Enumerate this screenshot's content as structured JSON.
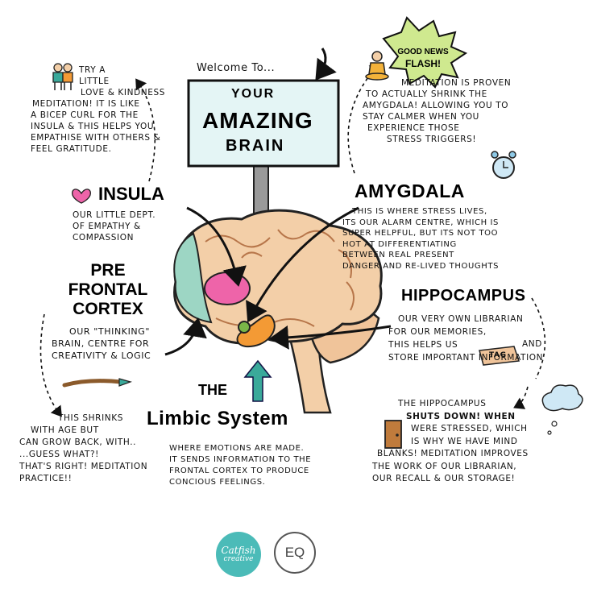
{
  "sign": {
    "welcome": "Welcome To...",
    "line1": "YOUR",
    "line2": "AMAZING",
    "line3": "BRAIN"
  },
  "love": {
    "lines": [
      "Try A",
      "Little",
      "Love & Kindness",
      "Meditation! It is like",
      "A Bicep curl for the",
      "Insula & This Helps You",
      "empathise with others &",
      "feel          gratitude."
    ]
  },
  "insula": {
    "title": "INSULA",
    "lines": [
      "Our Little Dept.",
      "of Empathy &",
      "Compassion"
    ]
  },
  "prefrontal": {
    "title_lines": [
      "PRE",
      "FRONTAL",
      "CORTEX"
    ],
    "lines": [
      "Our \"Thinking\"",
      "Brain, Centre for",
      "Creativity & Logic"
    ]
  },
  "shrinks": {
    "lines": [
      "This Shrinks",
      "with Age BUT",
      "can grow back, with..",
      "...guess what?!",
      "That's Right! Meditation",
      "Practice!!"
    ]
  },
  "limbic": {
    "title_line1": "THE",
    "title_line2": "Limbic System",
    "lines": [
      "Where Emotions are made.",
      "It sends information to the",
      "frontal cortex to produce",
      "concious feelings."
    ]
  },
  "flash": {
    "title_line1": "GOOD NEWS",
    "title_line2": "FLASH!",
    "lines": [
      "Meditation is Proven",
      "to Actually Shrink the",
      "Amygdala! Allowing You to",
      "stay calmer when you",
      "experience those",
      "stress triggers!"
    ]
  },
  "amygdala": {
    "title": "AMYGDALA",
    "lines": [
      "This is where stress lives,",
      "its our alarm centre, which is",
      "super helpful, but its not too",
      "hot at differentiating",
      "between real present",
      "danger and re-lived thoughts"
    ]
  },
  "hippocampus": {
    "title": "HIPPOCAMPUS",
    "lines": [
      "Our very own Librarian",
      "for our memories,",
      "This helps us",
      "store important information"
    ],
    "tag": "TAG",
    "and": "and"
  },
  "shutdown": {
    "lines": [
      "The Hippocampus",
      "shuts down! When",
      "were stressed, which",
      "is why we have mind",
      "blanks! Meditation improves",
      "the work of our librarian,",
      "our recall & our storage!"
    ]
  },
  "logos": {
    "catfish_line1": "Catfish",
    "catfish_line2": "creative",
    "eq": "EQ"
  },
  "colors": {
    "sign": "#e4f5f5",
    "brain": "#f3cfa8",
    "prefrontal": "#9dd6c4",
    "insula": "#ee64a9",
    "amygdala": "#7ab648",
    "hippocampus": "#f39a35",
    "limbic_arrow": "#3aa99a",
    "catfish_logo": "#4bbbb8"
  }
}
